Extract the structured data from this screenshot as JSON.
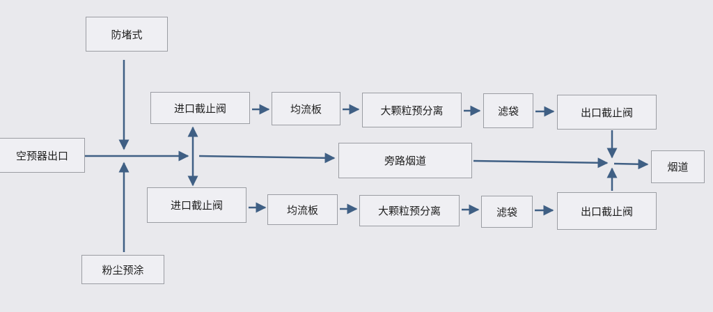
{
  "nodes": {
    "anti_clog": "防堵式",
    "preheater_outlet": "空预器出口",
    "powder_precoat": "粉尘预涂",
    "inlet_valve_top": "进口截止阀",
    "inlet_valve_bottom": "进口截止阀",
    "flow_plate_top": "均流板",
    "flow_plate_bottom": "均流板",
    "large_particle_sep_top": "大颗粒预分离",
    "large_particle_sep_bottom": "大颗粒预分离",
    "filter_bag_top": "滤袋",
    "filter_bag_bottom": "滤袋",
    "outlet_valve_top": "出口截止阀",
    "outlet_valve_bottom": "出口截止阀",
    "bypass_flue": "旁路烟道",
    "flue": "烟道"
  },
  "colors": {
    "arrow": "#3f5f84",
    "box_border": "#9a9ca2",
    "box_fill": "#efeff3",
    "background": "#e9e9ed"
  }
}
